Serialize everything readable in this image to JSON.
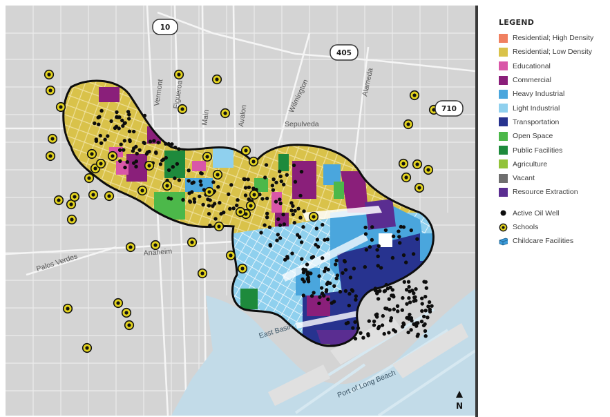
{
  "legend": {
    "title": "LEGEND",
    "land_use": [
      {
        "label": "Residential; High Density",
        "color": "#f08060"
      },
      {
        "label": "Residential; Low Density",
        "color": "#d9c24a"
      },
      {
        "label": "Educational",
        "color": "#d957a8"
      },
      {
        "label": "Commercial",
        "color": "#8a1f7a"
      },
      {
        "label": "Heavy Industrial",
        "color": "#4aa6dd"
      },
      {
        "label": "Light Industrial",
        "color": "#8fd0ee"
      },
      {
        "label": "Transportation",
        "color": "#27338f"
      },
      {
        "label": "Open Space",
        "color": "#4cb84a"
      },
      {
        "label": "Public Facilities",
        "color": "#1e8a3c"
      },
      {
        "label": "Agriculture",
        "color": "#92c33a"
      },
      {
        "label": "Vacant",
        "color": "#6e6e6e"
      },
      {
        "label": "Resource Extraction",
        "color": "#5a2d91"
      }
    ],
    "symbols": [
      {
        "label": "Active Oil Well",
        "icon": "oil-well-dot-icon"
      },
      {
        "label": "Schools",
        "icon": "school-circle-icon"
      },
      {
        "label": "Childcare Facilities",
        "icon": "childcare-block-icon"
      }
    ]
  },
  "map": {
    "highways": [
      "10",
      "405",
      "710"
    ],
    "streets": [
      "Vermont",
      "Figueroa",
      "Main",
      "Avalon",
      "Wilmington",
      "Alameda",
      "Sepulveda",
      "Anaheim",
      "Palos Verdes"
    ],
    "water": [
      "East Basin",
      "Port of Long Beach"
    ],
    "north_label": "N"
  },
  "colors": {
    "land": "#d4d4d4",
    "water": "#c2dbe8",
    "road": "#f2f2f2",
    "school": "#e3d31e",
    "oil_well": "#0d0d0d",
    "buffer_outline": "#0d0d0d"
  }
}
